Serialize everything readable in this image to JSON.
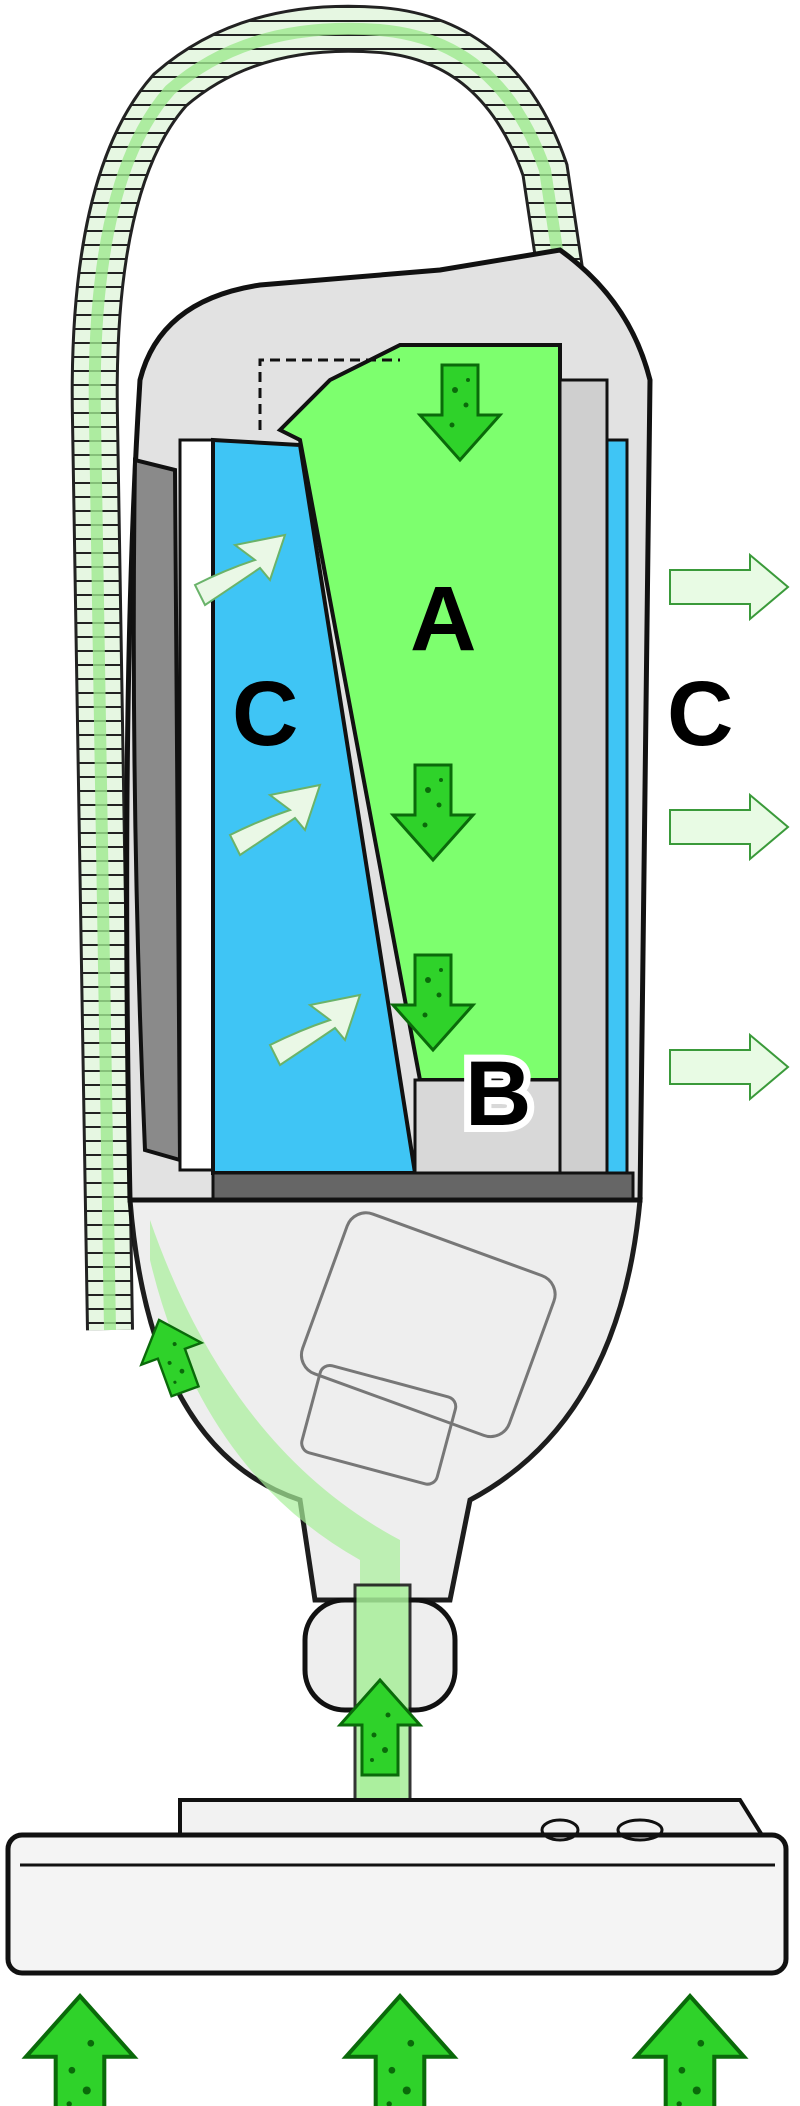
{
  "labels": {
    "a": "A",
    "b": "B",
    "c_left": "C",
    "c_right": "C"
  },
  "colors": {
    "chamber_a": "#7dff6e",
    "chamber_c": "#3fc5f5",
    "airflow_arrow": "#2fd22a",
    "exhaust_arrow": "#e8fbe4",
    "body_gray": "#e2e2e2",
    "handle_gray": "#8a8a8a"
  }
}
